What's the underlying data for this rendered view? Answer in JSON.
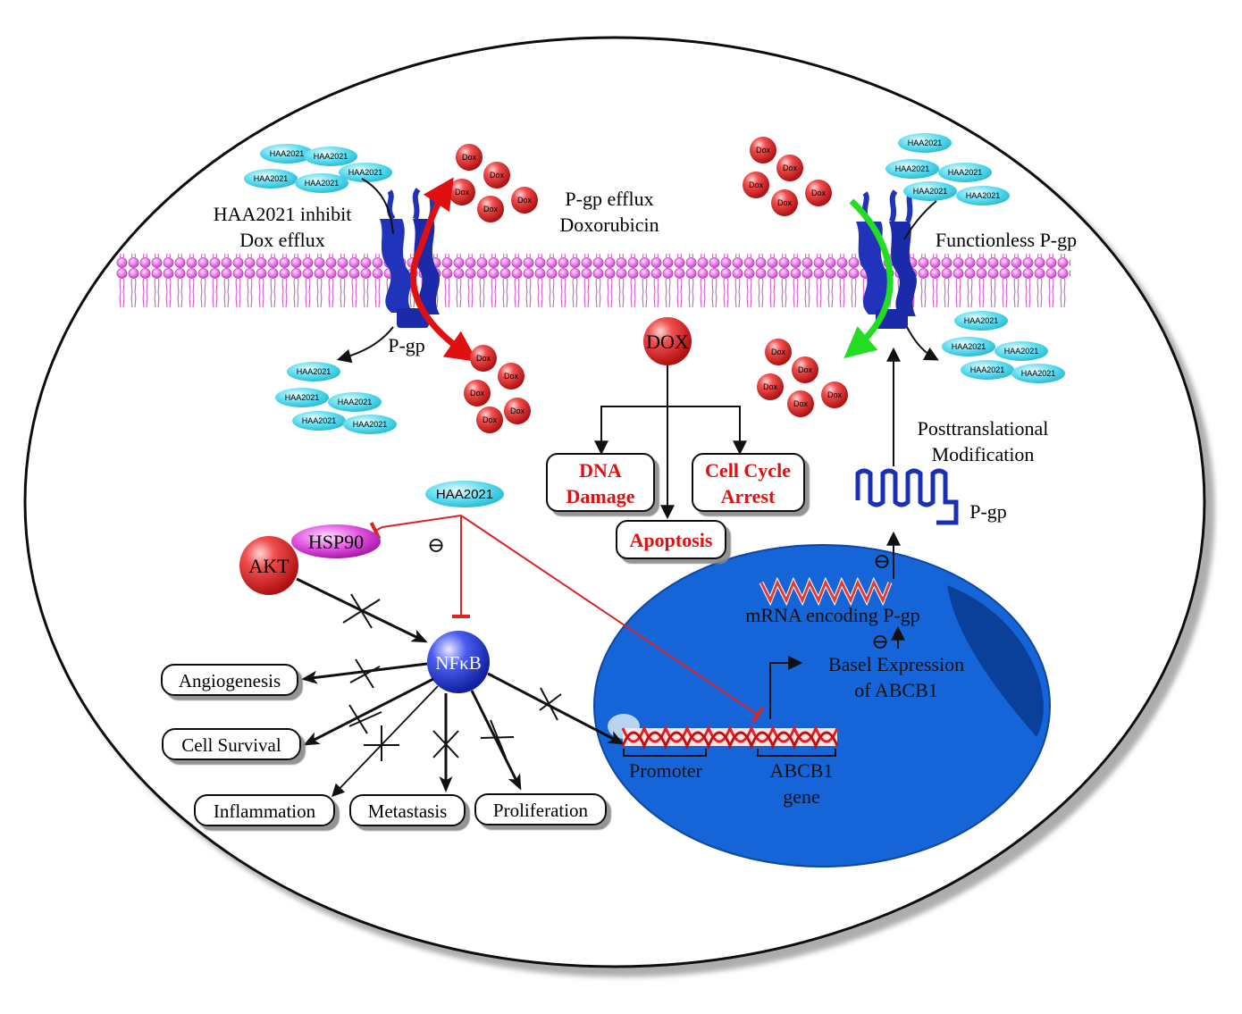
{
  "labels": {
    "haa_inhibit_1": "HAA2021 inhibit",
    "haa_inhibit_2": "Dox efflux",
    "pgp_efflux_1": "P-gp efflux",
    "pgp_efflux_2": "Doxorubicin",
    "pgp_left": "P-gp",
    "functionless_pgp": "Functionless P-gp",
    "dox_center": "DOX",
    "dna_damage_1": "DNA",
    "dna_damage_2": "Damage",
    "cell_cycle_1": "Cell Cycle",
    "cell_cycle_2": "Arrest",
    "apoptosis": "Apoptosis",
    "posttranslational_1": "Posttranslational",
    "posttranslational_2": "Modification",
    "pgp_protein": "P-gp",
    "haa_center": "HAA2021",
    "hsp90": "HSP90",
    "akt": "AKT",
    "nfkb": "NFκB",
    "inhibit_symbol": "⊖",
    "mrna": "mRNA encoding P-gp",
    "basel_1": "Basel Expression",
    "basel_2": "of ABCB1",
    "promoter": "Promoter",
    "abcb1_1": "ABCB1",
    "abcb1_2": "gene",
    "angiogenesis": "Angiogenesis",
    "cell_survival": "Cell Survival",
    "inflammation": "Inflammation",
    "metastasis": "Metastasis",
    "proliferation": "Proliferation"
  },
  "molecule_labels": {
    "haa": "HAA2021",
    "dox": "Dox"
  },
  "colors": {
    "membrane": "#e040e0",
    "nucleus": "#1565d8",
    "dox_red": "#e53935",
    "haa_cyan": "#4dd9ec",
    "pgp_blue": "#1a2fb8",
    "efflux_arrow": "#e01010",
    "blocked_arrow": "#22dd22",
    "inhibit_line": "#dd2222",
    "outcome_text_red": "#dd1111"
  }
}
